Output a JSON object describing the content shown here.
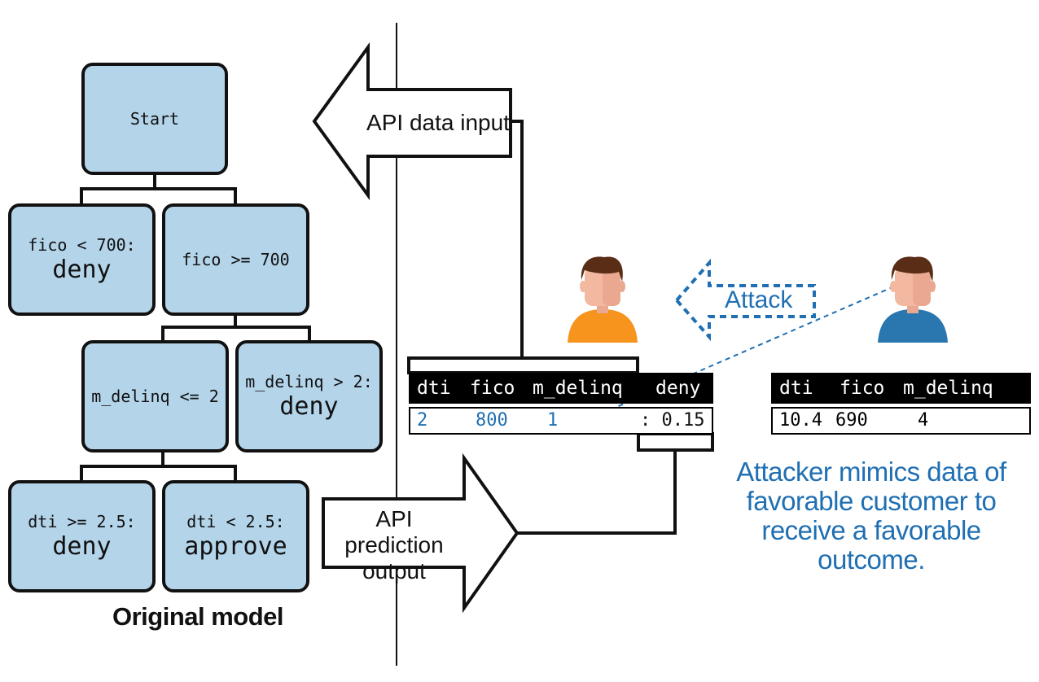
{
  "tree": {
    "start": "Start",
    "fico_lt_700": {
      "condition": "fico < 700:",
      "outcome": "deny"
    },
    "fico_ge_700": {
      "condition": "fico >= 700"
    },
    "m_delinq_le_2": {
      "condition": "m_delinq <= 2"
    },
    "m_delinq_gt_2": {
      "condition": "m_delinq > 2:",
      "outcome": "deny"
    },
    "dti_ge_2_5": {
      "condition": "dti >= 2.5:",
      "outcome": "deny"
    },
    "dti_lt_2_5": {
      "condition": "dti < 2.5:",
      "outcome": "approve"
    },
    "caption": "Original model"
  },
  "api": {
    "input_label": "API data input",
    "output_label_line1": "API prediction",
    "output_label_line2": "output"
  },
  "victim_table": {
    "headers": [
      "dti",
      "fico",
      "m_delinq",
      "deny"
    ],
    "row": [
      "2",
      "800",
      "1",
      ": 0.15"
    ]
  },
  "attacker_table": {
    "headers": [
      "dti",
      "fico",
      "m_delinq"
    ],
    "row": [
      "10.4",
      "690",
      "4"
    ]
  },
  "attack": {
    "label": "Attack",
    "note_line1": "Attacker mimics data of",
    "note_line2": "favorable customer to",
    "note_line3": "receive a favorable outcome."
  },
  "colors": {
    "node_fill": "#b4d4ea",
    "attack_blue": "#1f6fb2",
    "customer_shirt": "#f7941d",
    "attacker_shirt": "#2a77b0",
    "skin": "#f2b8a0",
    "hair": "#5a2d17"
  },
  "icons": {
    "customer": "person-icon",
    "attacker": "person-icon"
  }
}
